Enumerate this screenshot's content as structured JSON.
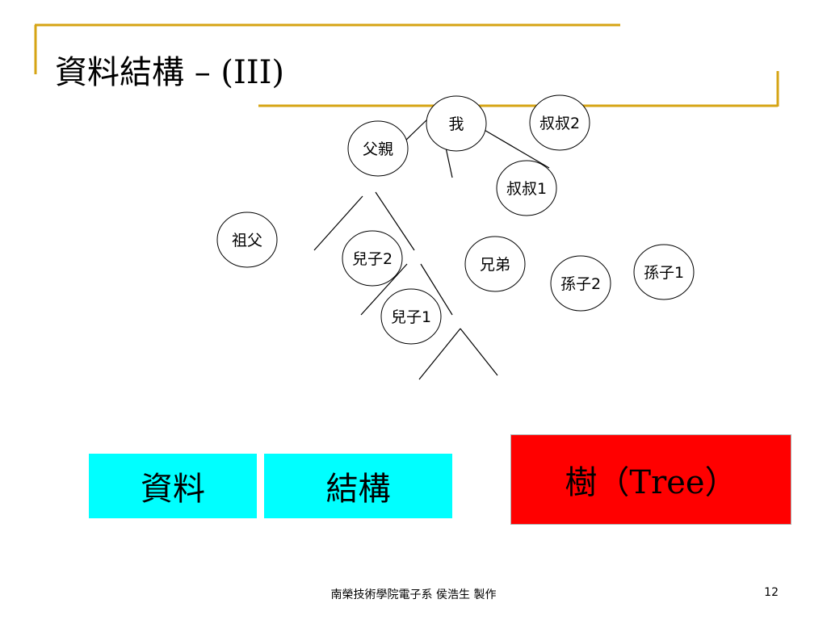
{
  "slide": {
    "title": "資料結構 – (III)",
    "accent_color": "#d6a414"
  },
  "diagram": {
    "nodes": {
      "me": "我",
      "father": "父親",
      "uncle2": "叔叔2",
      "uncle1": "叔叔1",
      "grandfather": "祖父",
      "son2": "兒子2",
      "brother": "兄弟",
      "grandson2": "孫子2",
      "grandson1": "孫子1",
      "son1": "兒子1"
    }
  },
  "boxes": {
    "data_label": "資料",
    "structure_label": "結構",
    "tree_label": "樹（Tree）",
    "cyan_color": "#00ffff",
    "red_color": "#ff0000"
  },
  "footer": {
    "text": "南榮技術學院電子系  侯浩生  製作",
    "page_number": "12"
  }
}
